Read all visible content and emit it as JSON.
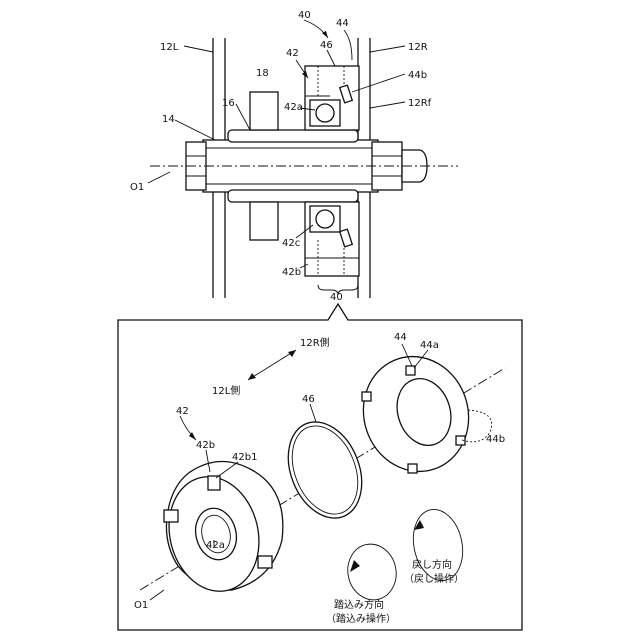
{
  "labels": {
    "l40_top": "40",
    "l44_top": "44",
    "l12L": "12L",
    "l12R": "12R",
    "l42_top": "42",
    "l46_top": "46",
    "l44b_top": "44b",
    "l18": "18",
    "l12Rf": "12Rf",
    "l16": "16",
    "l42a_top": "42a",
    "l14": "14",
    "lO1_top": "O1",
    "l42c": "42c",
    "l42b_top": "42b",
    "l40_bottom": "40",
    "l12R_side": "12R側",
    "l12L_side": "12L側",
    "l44_det": "44",
    "l44a_det": "44a",
    "l46_det": "46",
    "l42_det": "42",
    "l44b_det": "44b",
    "l42b_det": "42b",
    "l42b1_det": "42b1",
    "l42a_det": "42a",
    "lO1_det": "O1",
    "return_dir": "戻し方向",
    "return_op": "（戻し操作）",
    "press_dir": "踏込み方向",
    "press_op": "（踏込み操作）"
  }
}
